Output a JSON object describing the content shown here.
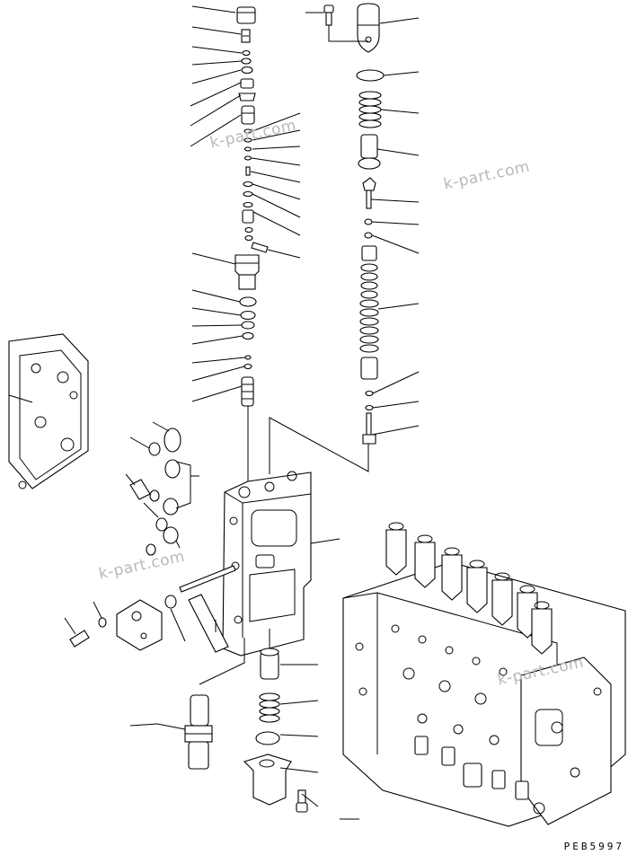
{
  "drawing": {
    "code": "PEB5997",
    "watermarks": [
      "k-part.com",
      "k-part.com",
      "k-part.com",
      "k-part.com"
    ]
  }
}
